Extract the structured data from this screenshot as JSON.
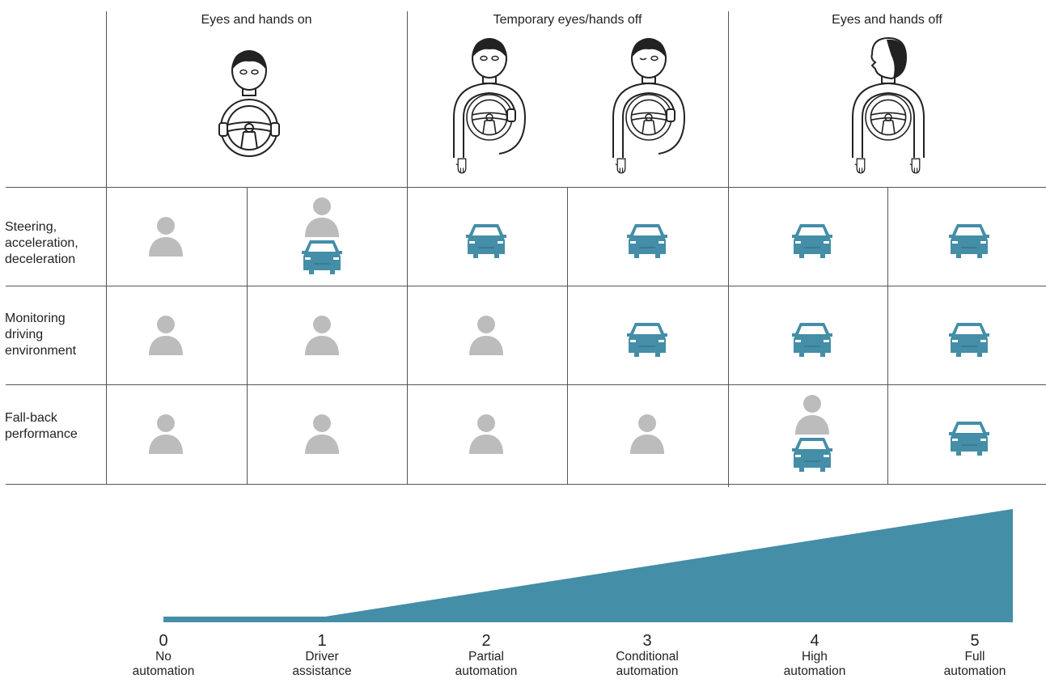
{
  "groups": [
    {
      "title": "Eyes and hands on"
    },
    {
      "title": "Temporary eyes/hands off"
    },
    {
      "title": "Eyes and hands off"
    }
  ],
  "rows": [
    {
      "label": "Steering,\nacceleration,\ndeceleration"
    },
    {
      "label": "Monitoring\ndriving\nenvironment"
    },
    {
      "label": "Fall-back\nperformance"
    }
  ],
  "levels": [
    {
      "number": "0",
      "name": "No\nautomation"
    },
    {
      "number": "1",
      "name": "Driver\nassistance"
    },
    {
      "number": "2",
      "name": "Partial\nautomation"
    },
    {
      "number": "3",
      "name": "Conditional\nautomation"
    },
    {
      "number": "4",
      "name": "High\nautomation"
    },
    {
      "number": "5",
      "name": "Full\nautomation"
    }
  ],
  "cells": [
    [
      "person",
      "person+car",
      "car",
      "car",
      "car",
      "car"
    ],
    [
      "person",
      "person",
      "person",
      "car",
      "car",
      "car"
    ],
    [
      "person",
      "person",
      "person",
      "person",
      "person+car",
      "car"
    ]
  ],
  "colors": {
    "car": "#448ea7",
    "person": "#bcbcbc",
    "lines": "#555555"
  },
  "icons": {
    "person": "person-icon",
    "car": "car-icon",
    "driver": "driver-illustration"
  }
}
